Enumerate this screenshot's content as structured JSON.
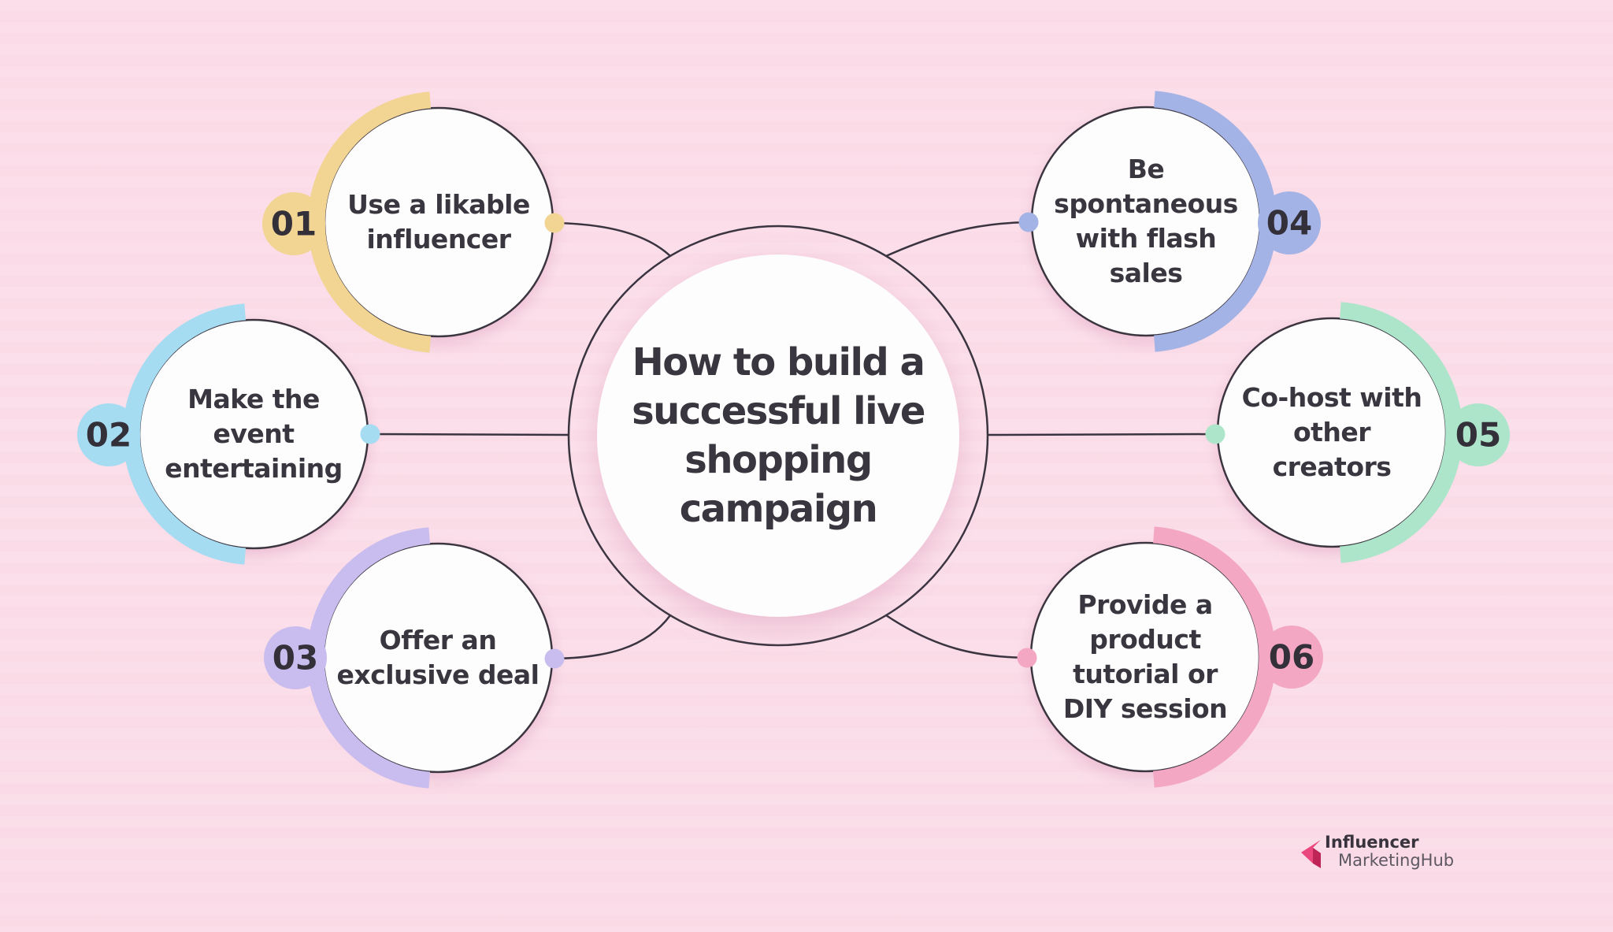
{
  "title": "How to build a\nsuccessful live\nshopping\ncampaign",
  "steps": [
    {
      "number": "01",
      "label": "Use a likable\ninfluencer",
      "color": "#f2d493",
      "position": "top-left"
    },
    {
      "number": "02",
      "label": "Make the\nevent\nentertaining",
      "color": "#a6dcf2",
      "position": "middle-left"
    },
    {
      "number": "03",
      "label": "Offer an\nexclusive deal",
      "color": "#c9bcee",
      "position": "bottom-left"
    },
    {
      "number": "04",
      "label": "Be\nspontaneous\nwith flash\nsales",
      "color": "#a3b3e6",
      "position": "top-right"
    },
    {
      "number": "05",
      "label": "Co-host with\nother\ncreators",
      "color": "#ade5ca",
      "position": "middle-right"
    },
    {
      "number": "06",
      "label": "Provide a\nproduct\ntutorial or\nDIY session",
      "color": "#f3a7c3",
      "position": "bottom-right"
    }
  ],
  "logo": {
    "line1": "Influencer",
    "line2": "MarketingHub",
    "arrow_light": "#e9477e",
    "arrow_dark": "#bf2456"
  },
  "colors": {
    "background": "#fbdee9",
    "outline": "#3a3440",
    "circle_fill": "#fdfdfd",
    "text": "#3a363f"
  }
}
